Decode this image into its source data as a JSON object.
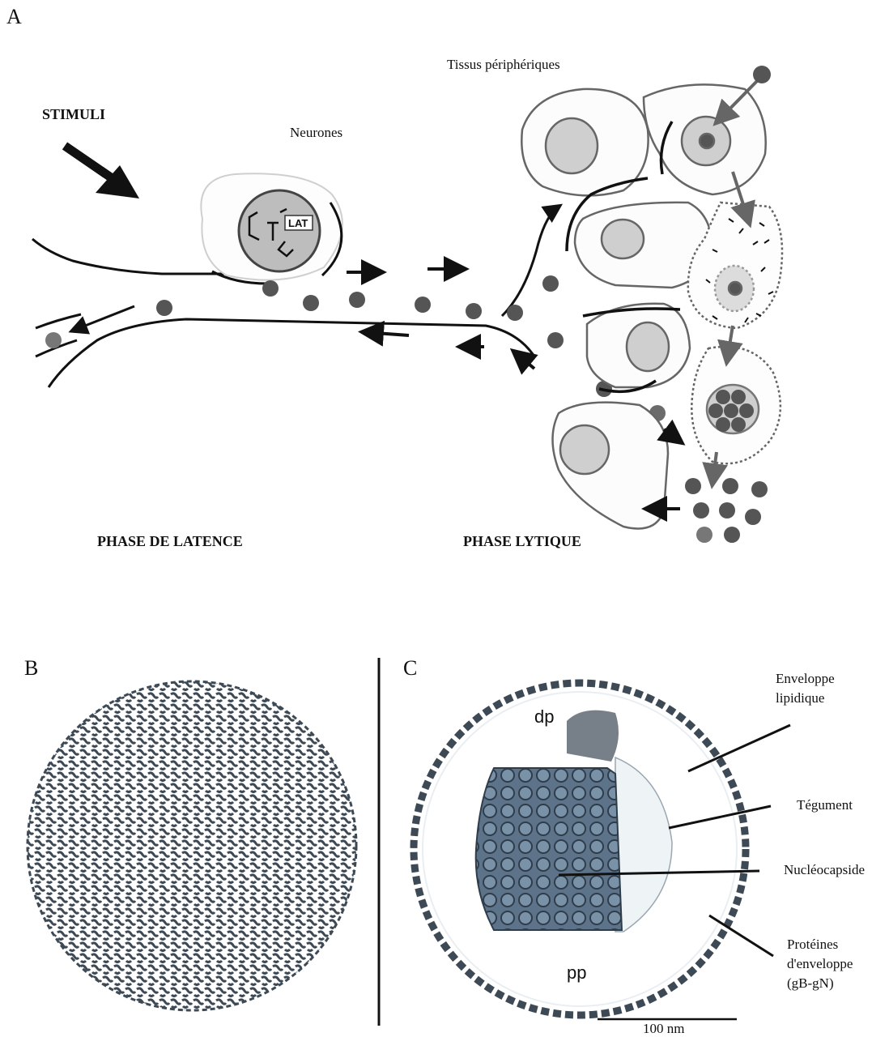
{
  "panel_a": {
    "letter": "A",
    "stimuli": "STIMULI",
    "neurones": "Neurones",
    "tissus": "Tissus périphériques",
    "lat_tag": "LAT",
    "latence": "PHASE DE LATENCE",
    "lytique": "PHASE LYTIQUE"
  },
  "panel_b": {
    "letter": "B"
  },
  "panel_c": {
    "letter": "C",
    "dp": "dp",
    "pp": "pp",
    "enveloppe": "Enveloppe lipidique",
    "tegument": "Tégument",
    "nucleocapside": "Nucléocapside",
    "proteines": "Protéines d'enveloppe (gB-gN)",
    "scale": "100 nm"
  },
  "colors": {
    "virion": "#555555",
    "nucleus": "#c8c8c8",
    "capsid": "#777777"
  }
}
